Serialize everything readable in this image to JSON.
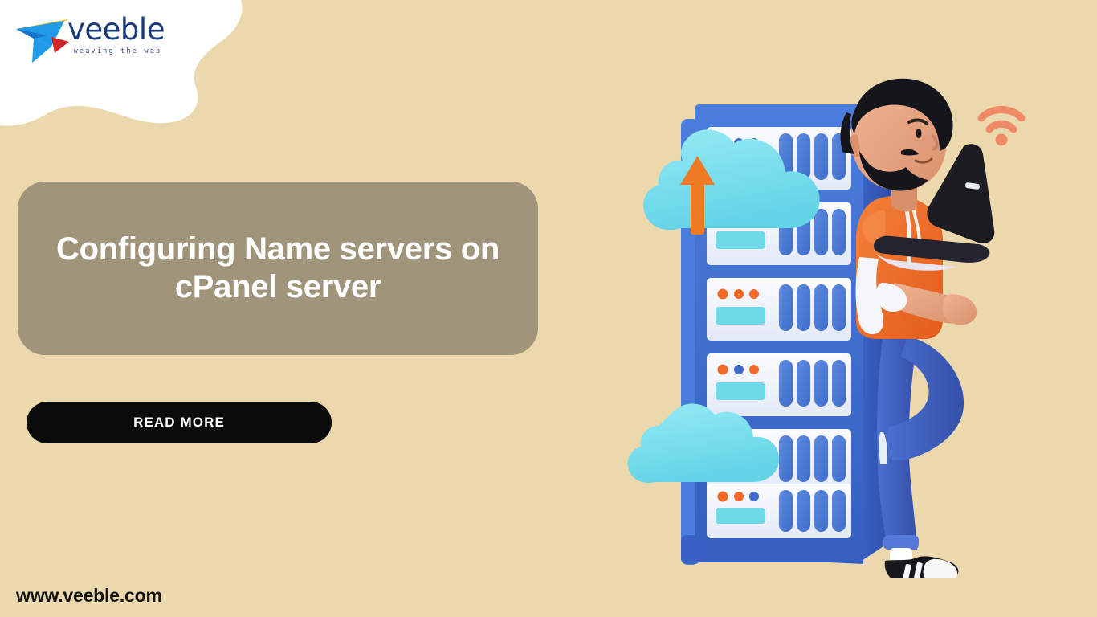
{
  "page": {
    "background_color": "#ebd8ac"
  },
  "logo": {
    "word": "veeble",
    "tagline": "weaving the web",
    "mark_colors": {
      "yellow": "#f5c21b",
      "blue_light": "#1e9ae6",
      "blue_dark": "#1572c9",
      "red": "#d32626"
    },
    "word_color": "#1b3a7a"
  },
  "title": {
    "text": "Configuring Name servers on\ncPanel server",
    "card_color": "#a0947a",
    "text_color": "#ffffff"
  },
  "cta": {
    "label": "READ MORE",
    "background_color": "#0b0b0b",
    "text_color": "#ffffff"
  },
  "footer": {
    "url": "www.veeble.com",
    "text_color": "#121212"
  },
  "illustration": {
    "name": "cloud-server-rack-with-developer",
    "colors": {
      "rack_blue": "#3b6fd4",
      "rack_blue_dark": "#2d5bb8",
      "rack_panel": "#eef2fb",
      "slot_blue": "#4a7ad6",
      "cloud": "#7fe0ee",
      "cloud_shade": "#62cfe0",
      "arrow_orange": "#f07c26",
      "shirt_orange": "#ef6d28",
      "jeans_blue": "#3f62c4",
      "skin": "#e8a888",
      "hair_black": "#15151c",
      "laptop_black": "#1c1c22",
      "wifi_orange": "#f08a66",
      "shoe_black": "#17171d",
      "shoe_white": "#f6f6f6",
      "sock_white": "#ffffff"
    },
    "shelves": [
      {
        "dots": [
          "orange",
          "blue",
          "blue"
        ],
        "slots": 4
      },
      {
        "dots": [
          "orange",
          "blue",
          "blue"
        ],
        "slots": 4
      },
      {
        "dots": [
          "orange",
          "orange",
          "orange"
        ],
        "slots": 4
      },
      {
        "dots": [
          "orange",
          "blue",
          "orange"
        ],
        "slots": 4
      },
      {
        "dots": [
          "orange",
          "blue",
          "blue"
        ],
        "slots": 4
      },
      {
        "dots": [
          "orange",
          "orange",
          "blue"
        ],
        "slots": 4
      }
    ],
    "cloud_top_label": "upload-cloud",
    "cloud_bottom_label": "cloud",
    "wifi_label": "wifi-signal"
  }
}
